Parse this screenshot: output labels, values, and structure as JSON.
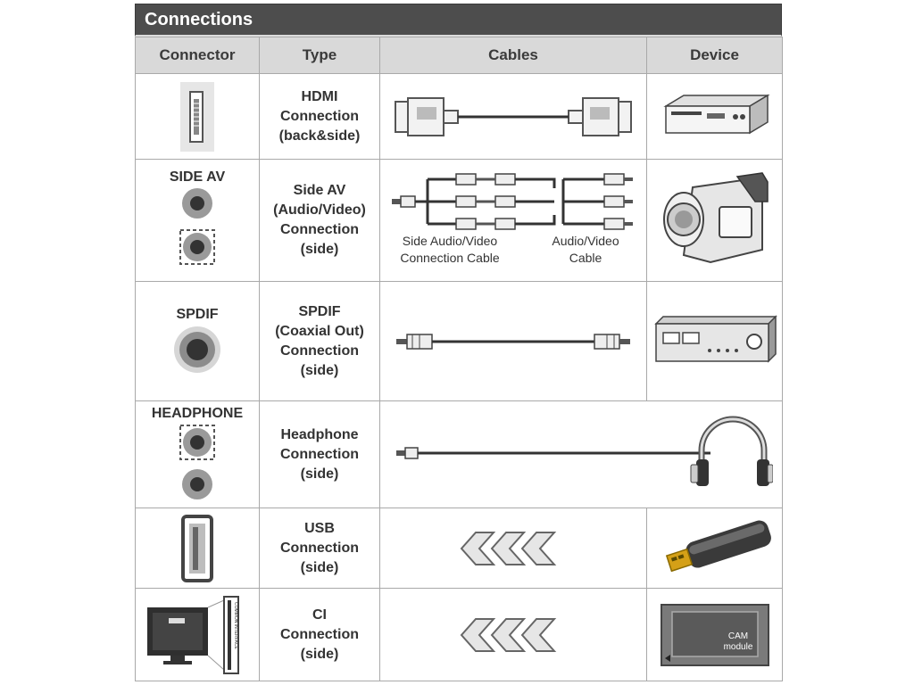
{
  "title": "Connections",
  "headers": {
    "connector": "Connector",
    "type": "Type",
    "cables": "Cables",
    "device": "Device"
  },
  "rows": [
    {
      "connector_label": "",
      "connector_icon": "hdmi-port-icon",
      "type_lines": [
        "HDMI",
        "Connection",
        "(back&side)"
      ],
      "cable_icon": "hdmi-cable-icon",
      "device_icon": "dvd-player-icon"
    },
    {
      "connector_label": "SIDE AV",
      "connector_icon": "av-jacks-icon",
      "type_lines": [
        "Side AV",
        "(Audio/Video)",
        "Connection",
        "(side)"
      ],
      "cable_icon": "av-cable-icon",
      "cable_captions": [
        [
          "Side Audio/Video",
          "Connection Cable"
        ],
        [
          "Audio/Video",
          "Cable"
        ]
      ],
      "device_icon": "camcorder-icon"
    },
    {
      "connector_label": "SPDIF",
      "connector_icon": "spdif-jack-icon",
      "type_lines": [
        "SPDIF",
        "(Coaxial Out)",
        "Connection",
        "(side)"
      ],
      "cable_icon": "coaxial-cable-icon",
      "device_icon": "amplifier-icon"
    },
    {
      "connector_label": "HEADPHONE",
      "connector_icon": "headphone-jack-icon",
      "type_lines": [
        "Headphone",
        "Connection",
        "(side)"
      ],
      "cable_icon": "headphone-cable-icon",
      "device_icon": "headphones-icon"
    },
    {
      "connector_label": "",
      "connector_icon": "usb-port-icon",
      "type_lines": [
        "USB",
        "Connection",
        "(side)"
      ],
      "cable_icon": "insert-arrows-icon",
      "device_icon": "usb-stick-icon"
    },
    {
      "connector_label": "",
      "connector_icon": "ci-slot-icon",
      "connector_slot_text": "COMMON INTERFACE",
      "type_lines": [
        "CI",
        "Connection",
        "(side)"
      ],
      "cable_icon": "insert-arrows-icon",
      "device_icon": "cam-module-icon",
      "device_text": [
        "CAM",
        "module"
      ]
    }
  ],
  "colors": {
    "title_bar": "#4d4d4d",
    "header_bg": "#d9d9d9",
    "border": "#a9a9a9"
  }
}
